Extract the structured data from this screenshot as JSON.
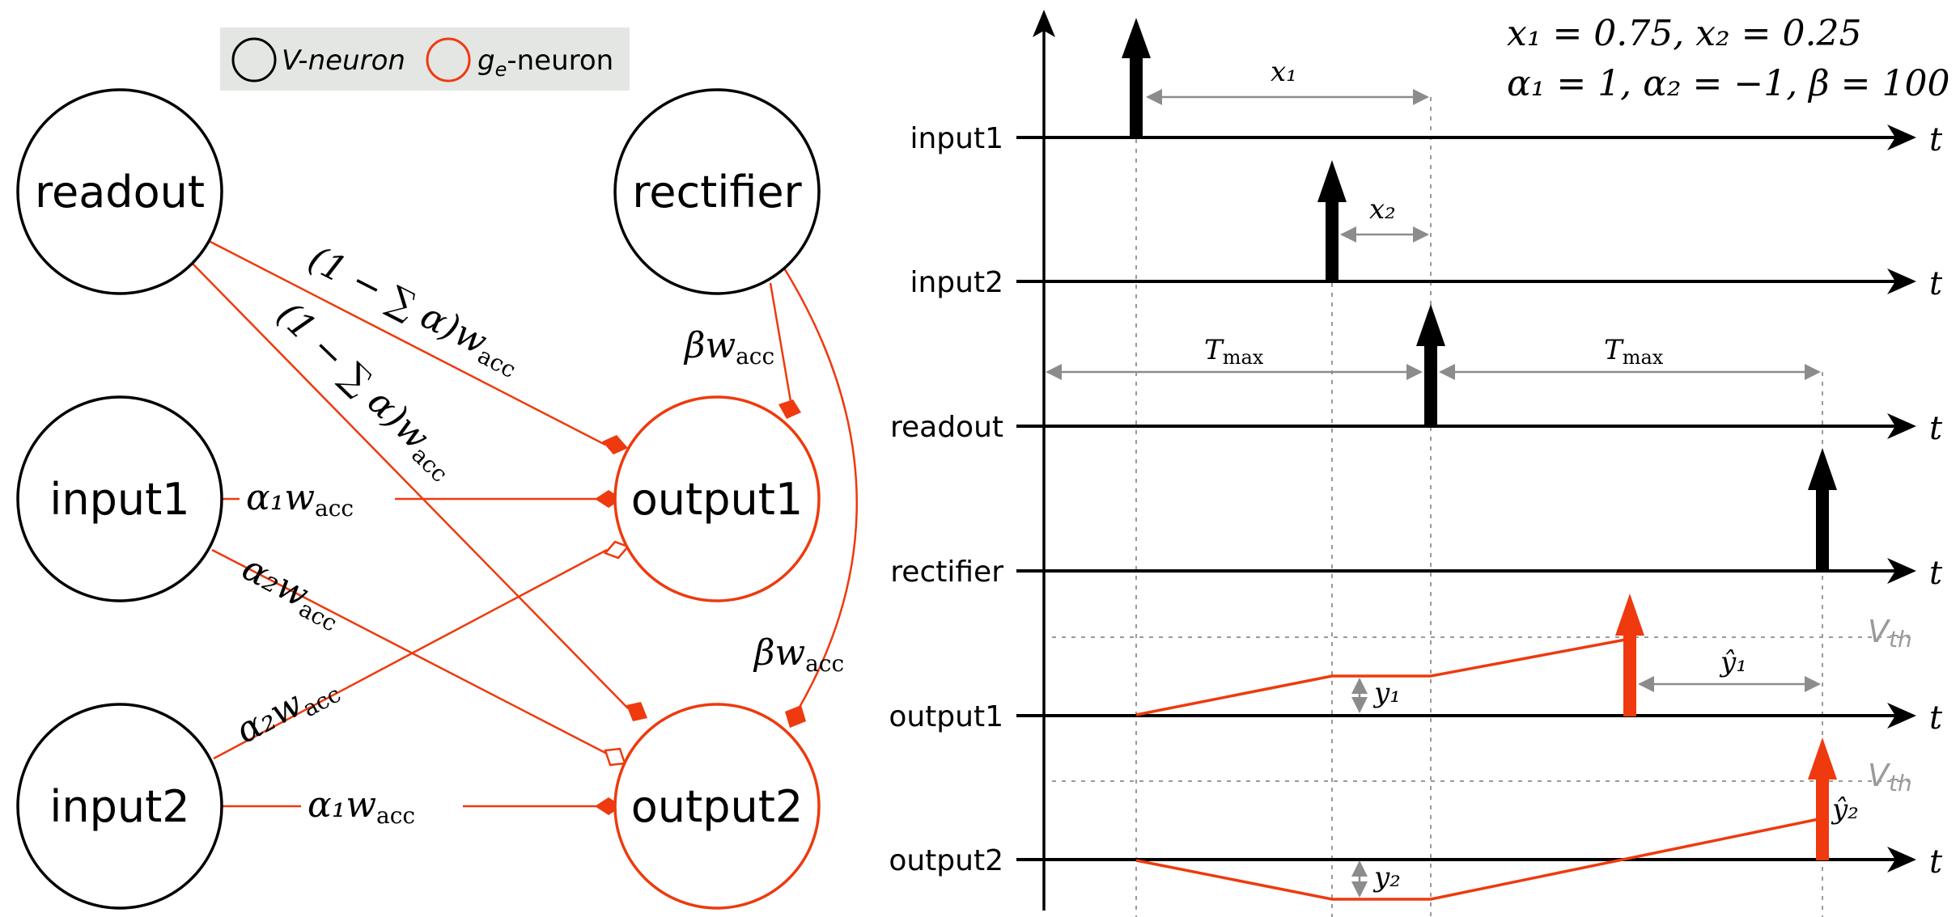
{
  "legend": {
    "v_neuron": "V-neuron",
    "ge_neuron": "g",
    "ge_sub": "e",
    "ge_suffix": "-neuron"
  },
  "nodes": {
    "readout": "readout",
    "rectifier": "rectifier",
    "input1": "input1",
    "input2": "input2",
    "output1": "output1",
    "output2": "output2"
  },
  "edge_labels": {
    "readout_out1": "(1 − ∑ α)w",
    "readout_out2": "(1 − ∑ α)w",
    "in1_out1": "α₁w",
    "in1_out2": "α₂w",
    "in2_out1": "α₂w",
    "in2_out2": "α₁w",
    "rect_out1": "βw",
    "rect_out2": "βw",
    "w_sub": "acc"
  },
  "timing": {
    "params_line1": "x₁ = 0.75, x₂ = 0.25",
    "params_line2": "α₁ = 1, α₂ = −1, β = 100",
    "time_axis": "t",
    "rows": [
      "input1",
      "input2",
      "readout",
      "rectifier",
      "output1",
      "output2"
    ],
    "x1_label": "x₁",
    "x2_label": "x₂",
    "tmax_label": "T",
    "tmax_sub": "max",
    "y1_label": "y₁",
    "y2_label": "y₂",
    "yhat1_label": "ŷ₁",
    "yhat2_label": "ŷ₂",
    "vth_label": "V",
    "vth_sub": "th"
  },
  "colors": {
    "black": "#000000",
    "orange": "#ee3a0e",
    "gray": "#8c8c8c",
    "legend_bg": "#e4e6e4"
  }
}
